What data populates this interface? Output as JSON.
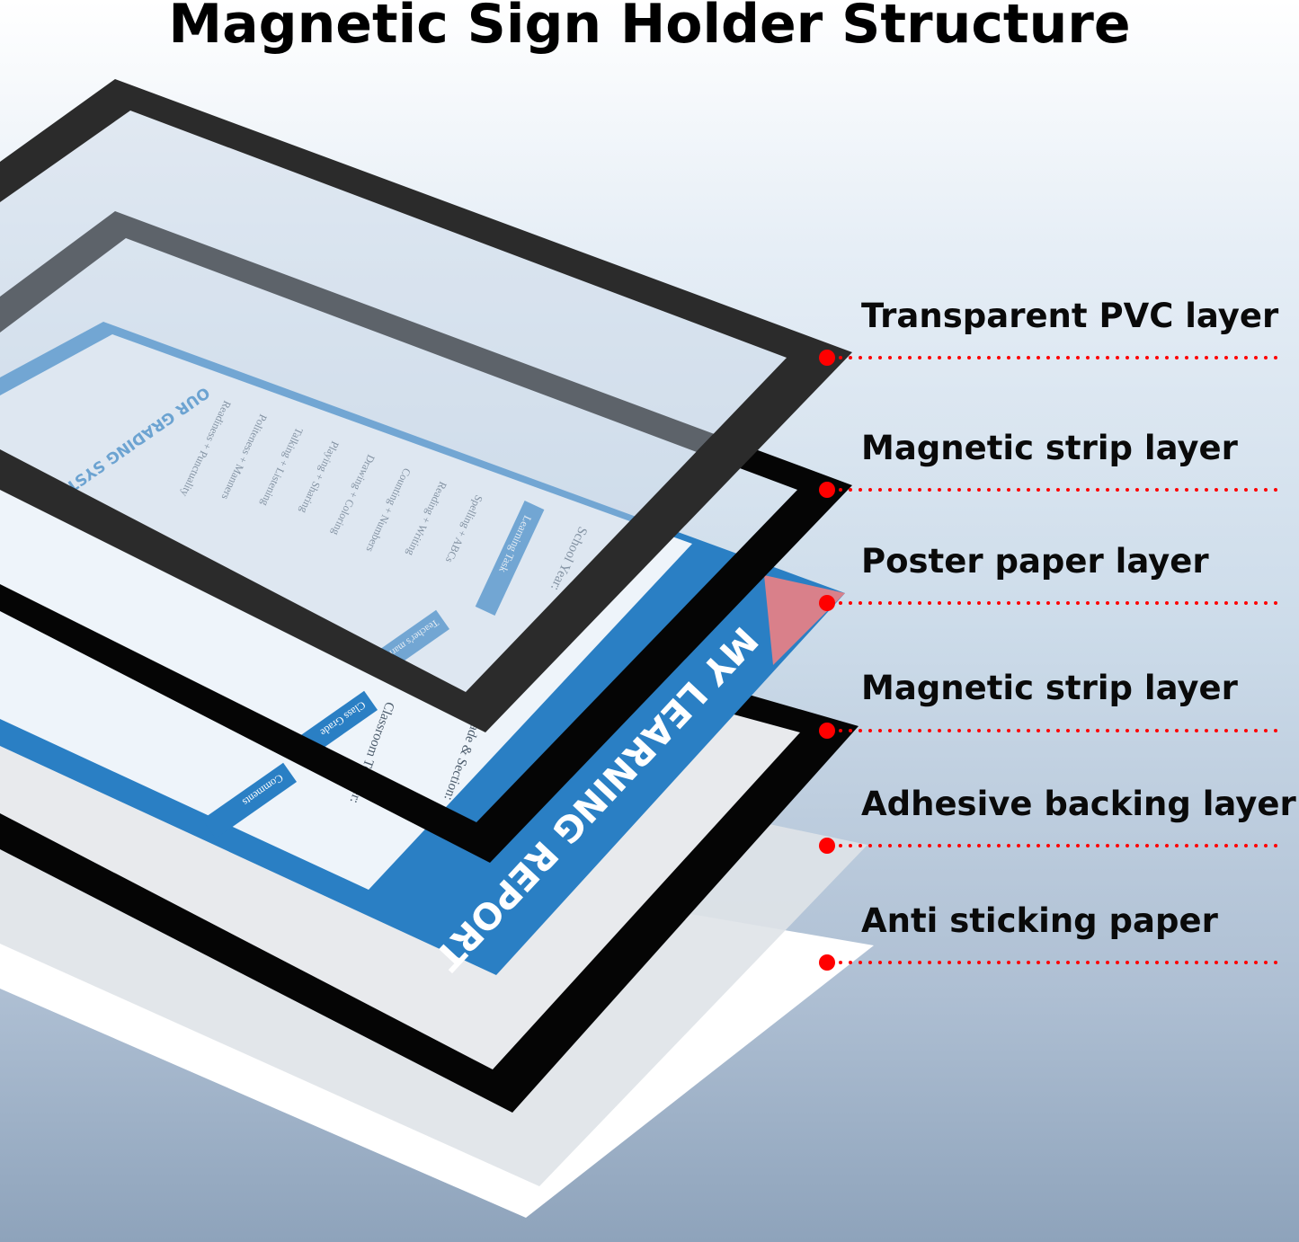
{
  "title": "Magnetic Sign Holder Structure",
  "layers": [
    {
      "label": "Transparent PVC layer"
    },
    {
      "label": "Magnetic strip layer"
    },
    {
      "label": "Poster paper layer"
    },
    {
      "label": "Magnetic strip layer"
    },
    {
      "label": "Adhesive backing layer"
    },
    {
      "label": "Anti sticking paper"
    }
  ],
  "poster": {
    "heading": "MY LEARNING REPORT",
    "grading_title": "OUR GRADING SYSTEM",
    "school_year": "School Year:",
    "grade_section": "Grade & Section:",
    "classroom_teacher": "Classroom Teacher:",
    "learning_task": "Learning Task",
    "teachers_mark": "Teacher's mark",
    "class_grade": "Class Grade",
    "comments": "Comments",
    "tasks": [
      "Readiness + Punctuality",
      "Politeness + Manners",
      "Talking + Listening",
      "Playing + Sharing",
      "Drawing + Coloring",
      "Counting + Numbers",
      "Reading + Writing",
      "Spelling + ABCs"
    ]
  },
  "colors": {
    "accent_red": "#ff0000",
    "poster_blue": "#2a7fc4",
    "frame_black": "#050505",
    "pvc_frame": "#2b2b2b"
  }
}
